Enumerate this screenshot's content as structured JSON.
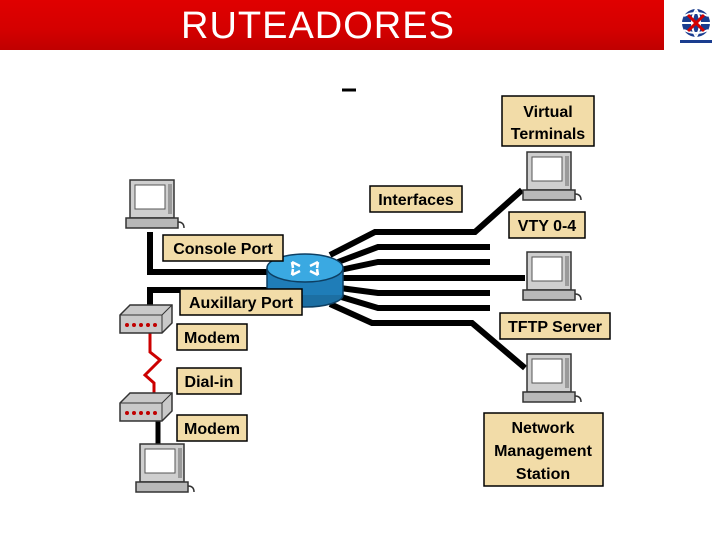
{
  "header": {
    "title": "RUTEADORES",
    "accent_color": "#d40000",
    "logo_icon": "globe-logo-icon"
  },
  "diagram": {
    "labels": {
      "interfaces": "Interfaces",
      "console_port": "Console Port",
      "auxillary_port": "Auxillary Port",
      "modem_1": "Modem",
      "dial_in": "Dial-in",
      "modem_2": "Modem",
      "virtual_terminals_1": "Virtual",
      "virtual_terminals_2": "Terminals",
      "vty": "VTY 0-4",
      "tftp_server": "TFTP Server",
      "nms_1": "Network",
      "nms_2": "Management",
      "nms_3": "Station"
    },
    "label_box_color": "#f2dca8",
    "router_color": "#2f9fd6",
    "dial_line_color": "#cc0000",
    "icons": [
      "computer-icon",
      "router-icon",
      "modem-icon"
    ]
  }
}
